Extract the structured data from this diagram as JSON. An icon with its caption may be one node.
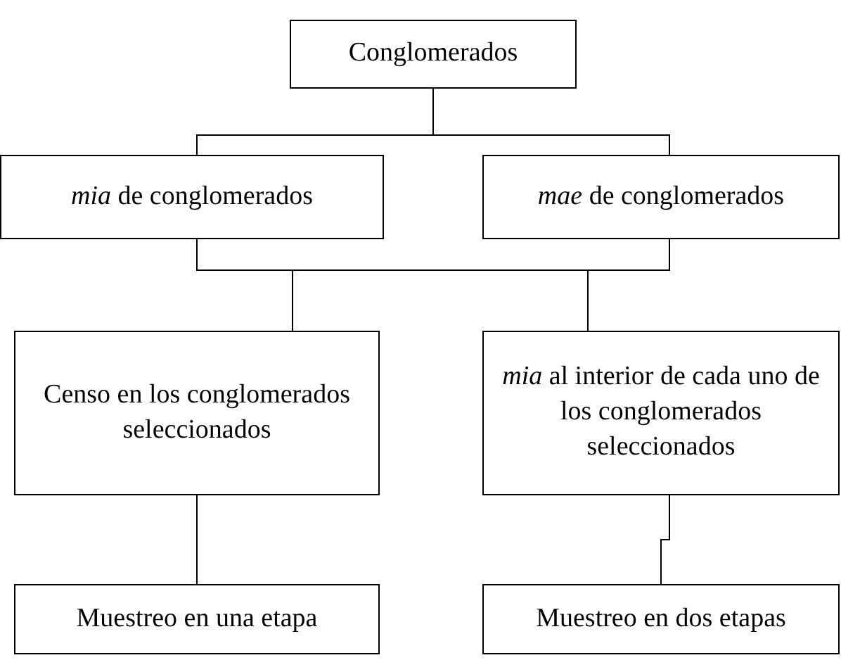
{
  "diagram": {
    "nodes": [
      {
        "text": [
          "Conglomerados"
        ]
      },
      {
        "text": [
          "*mia* de conglomerados"
        ]
      },
      {
        "text": [
          "*mae* de conglomerados"
        ]
      },
      {
        "text": [
          "Censo en los conglomerados seleccionados"
        ]
      },
      {
        "text": [
          "*mia* al interior de cada uno de los conglomerados seleccionados"
        ]
      },
      {
        "text": [
          "Muestreo en una etapa"
        ]
      },
      {
        "text": [
          "Muestreo en dos etapas"
        ]
      }
    ],
    "edges": [
      {
        "from": 0,
        "to": 1,
        "arrow": "none"
      },
      {
        "from": 0,
        "to": 2,
        "arrow": "none"
      },
      {
        "from": 1,
        "to": 3,
        "arrow": "none"
      },
      {
        "from": 1,
        "to": 4,
        "arrow": "none"
      },
      {
        "from": 2,
        "to": 3,
        "arrow": "none"
      },
      {
        "from": 2,
        "to": 4,
        "arrow": "none"
      },
      {
        "from": 3,
        "to": 5,
        "arrow": "none"
      },
      {
        "from": 4,
        "to": 6,
        "arrow": "none"
      }
    ]
  }
}
